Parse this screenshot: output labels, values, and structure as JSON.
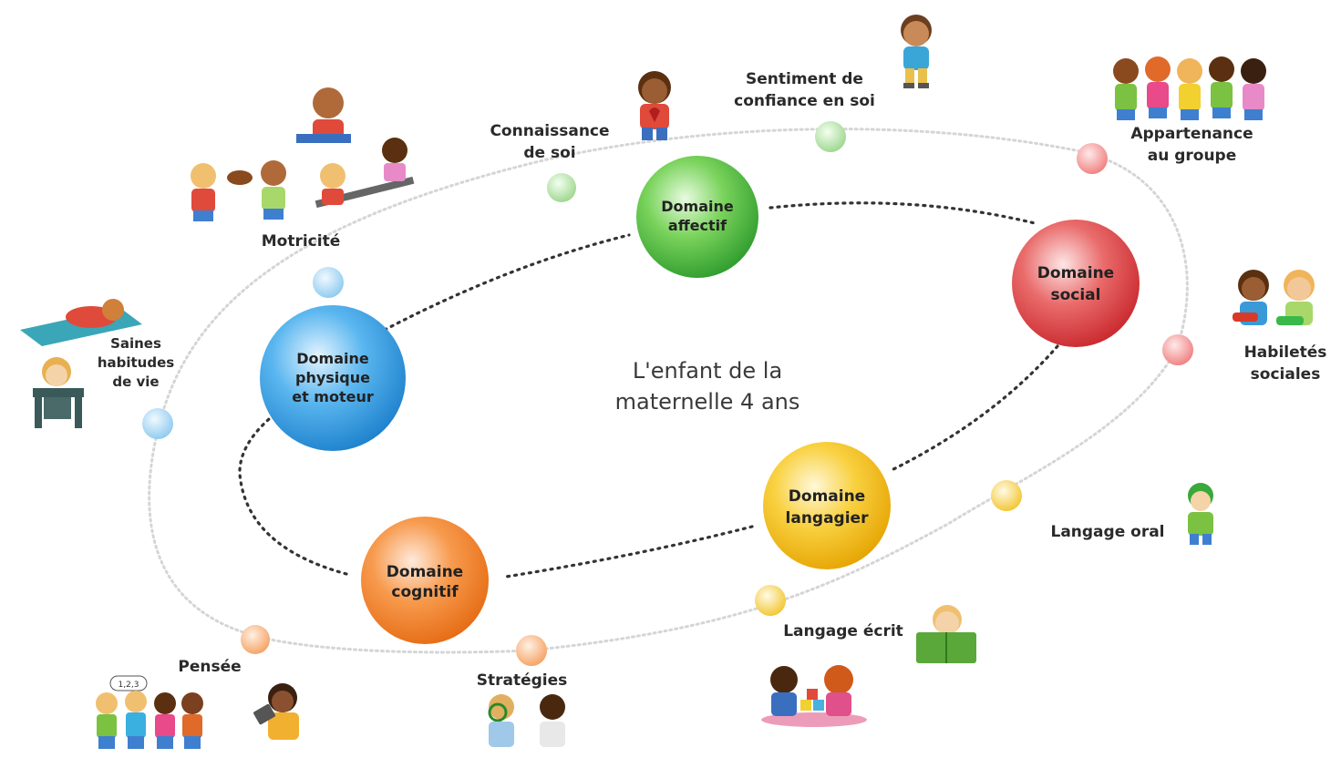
{
  "title": "L'enfant de la maternelle 4 ans",
  "colors": {
    "affectif": "#3cb043",
    "social": "#d7353a",
    "physique": "#2a8fd8",
    "langagier": "#f0b400",
    "cognitif": "#f07820",
    "connector": "#333333",
    "orbit": "#d8d8d8"
  },
  "domains": [
    {
      "id": "affectif",
      "label": "Domaine\naffectif"
    },
    {
      "id": "social",
      "label": "Domaine\nsocial"
    },
    {
      "id": "physique",
      "label": "Domaine\nphysique\net moteur"
    },
    {
      "id": "langagier",
      "label": "Domaine\nlangagier"
    },
    {
      "id": "cognitif",
      "label": "Domaine\ncognitif"
    }
  ],
  "outer_labels": {
    "connaissance_de_soi": "Connaissance\nde soi",
    "sentiment_confiance": "Sentiment de\nconfiance en soi",
    "appartenance": "Appartenance\nau groupe",
    "habiletes_sociales": "Habiletés\nsociales",
    "langage_oral": "Langage oral",
    "langage_ecrit": "Langage écrit",
    "strategies": "Stratégies",
    "pensee": "Pensée",
    "saines_habitudes": "Saines\nhabitudes\nde vie",
    "motricite": "Motricité"
  },
  "illustrations": [
    "child-standing-icon",
    "children-group-icon",
    "children-playing-cars-icon",
    "child-reading-book-icon",
    "children-blocks-icon",
    "children-magnifier-icon",
    "child-tablet-icon",
    "children-counting-icon",
    "child-sleeping-mat-icon",
    "child-desk-icon",
    "children-playground-icon"
  ]
}
